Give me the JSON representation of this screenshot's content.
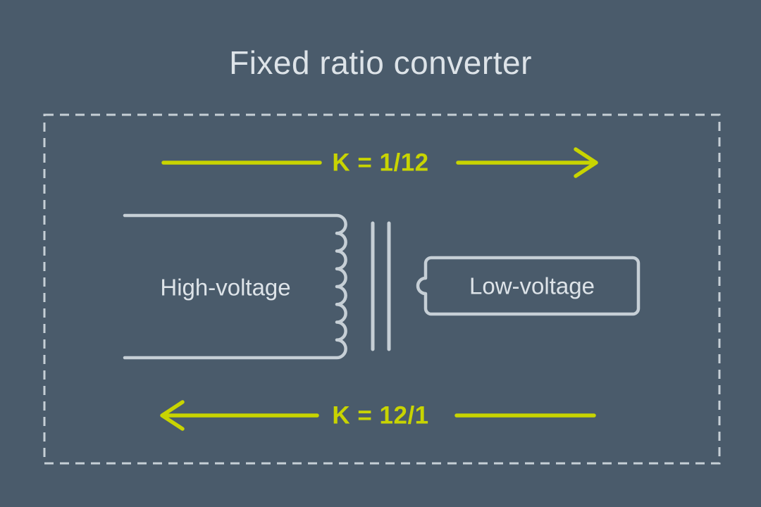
{
  "title": "Fixed ratio converter",
  "colors": {
    "background": "#4a5b6b",
    "line": "#c6cfd6",
    "text": "#dde3e8",
    "accent": "#c8d400"
  },
  "converter": {
    "forward_ratio_label": "K = 1/12",
    "reverse_ratio_label": "K = 12/1",
    "high_voltage_label": "High-voltage",
    "low_voltage_label": "Low-voltage"
  }
}
